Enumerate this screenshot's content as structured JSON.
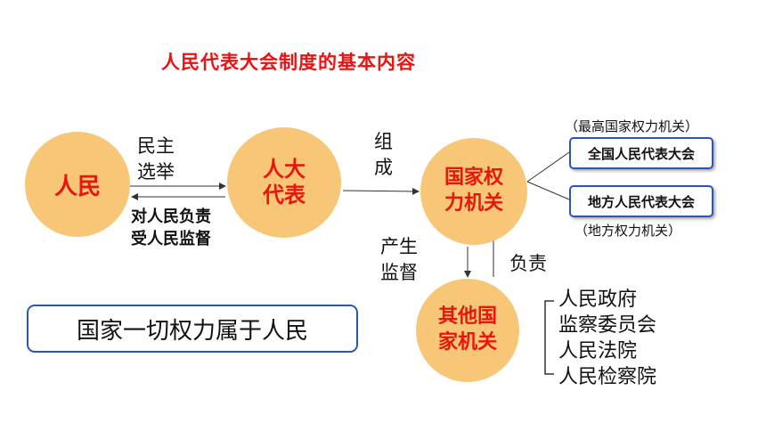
{
  "title": "人民代表大会制度的基本内容",
  "nodes": {
    "people": [
      "人民"
    ],
    "reps": [
      "人大",
      "代表"
    ],
    "state_organ": [
      "国家权",
      "力机关"
    ],
    "other_organs": [
      "其他国",
      "家机关"
    ]
  },
  "edges": {
    "elect": [
      "民主",
      "选举"
    ],
    "responsible": [
      "对人民负责",
      "受人民监督"
    ],
    "form": [
      "组",
      "成"
    ],
    "produce": [
      "产生",
      "监督"
    ],
    "report": "负责"
  },
  "highest": {
    "note": "（最高国家权力机关）",
    "box": "全国人民代表大会"
  },
  "local": {
    "box": "地方人民代表大会",
    "note": "（地方权力机关）"
  },
  "organs_list": [
    "人民政府",
    "监察委员会",
    "人民法院",
    "人民检察院"
  ],
  "principle": "国家一切权力属于人民",
  "colors": {
    "circle_fill": "#f8c677",
    "node_text": "#e8160c",
    "title": "#ee1111",
    "border": "#2a56b8"
  }
}
